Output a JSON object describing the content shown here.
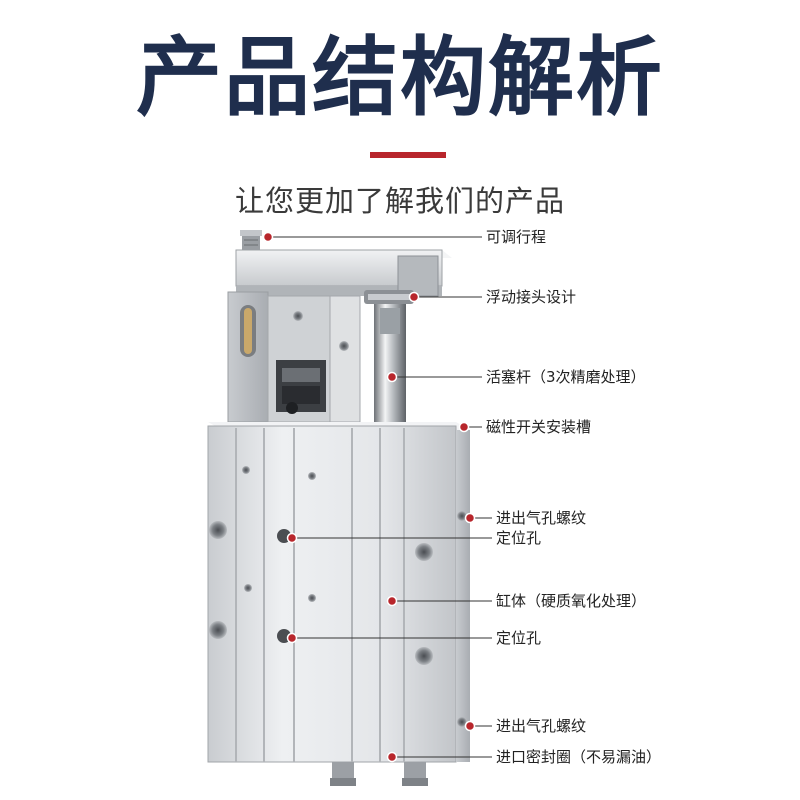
{
  "title": "产品结构解析",
  "subtitle": "让您更加了解我们的产品",
  "colors": {
    "title": "#1f2e4d",
    "accent": "#b8262c",
    "line": "#333333",
    "metal": "#d9dcdf"
  },
  "callouts": [
    {
      "id": "adjustable-stroke",
      "label": "可调行程"
    },
    {
      "id": "floating-joint",
      "label": "浮动接头设计"
    },
    {
      "id": "piston-rod",
      "label": "活塞杆（3次精磨处理）"
    },
    {
      "id": "magnetic-switch-slot",
      "label": "磁性开关安装槽"
    },
    {
      "id": "air-inlet-thread-top",
      "label": "进出气孔螺纹"
    },
    {
      "id": "positioning-hole-top",
      "label": "定位孔"
    },
    {
      "id": "cylinder-body",
      "label": "缸体（硬质氧化处理）"
    },
    {
      "id": "positioning-hole-bottom",
      "label": "定位孔"
    },
    {
      "id": "air-inlet-thread-bottom",
      "label": "进出气孔螺纹"
    },
    {
      "id": "inlet-seal-ring",
      "label": "进口密封圈（不易漏油）"
    }
  ]
}
